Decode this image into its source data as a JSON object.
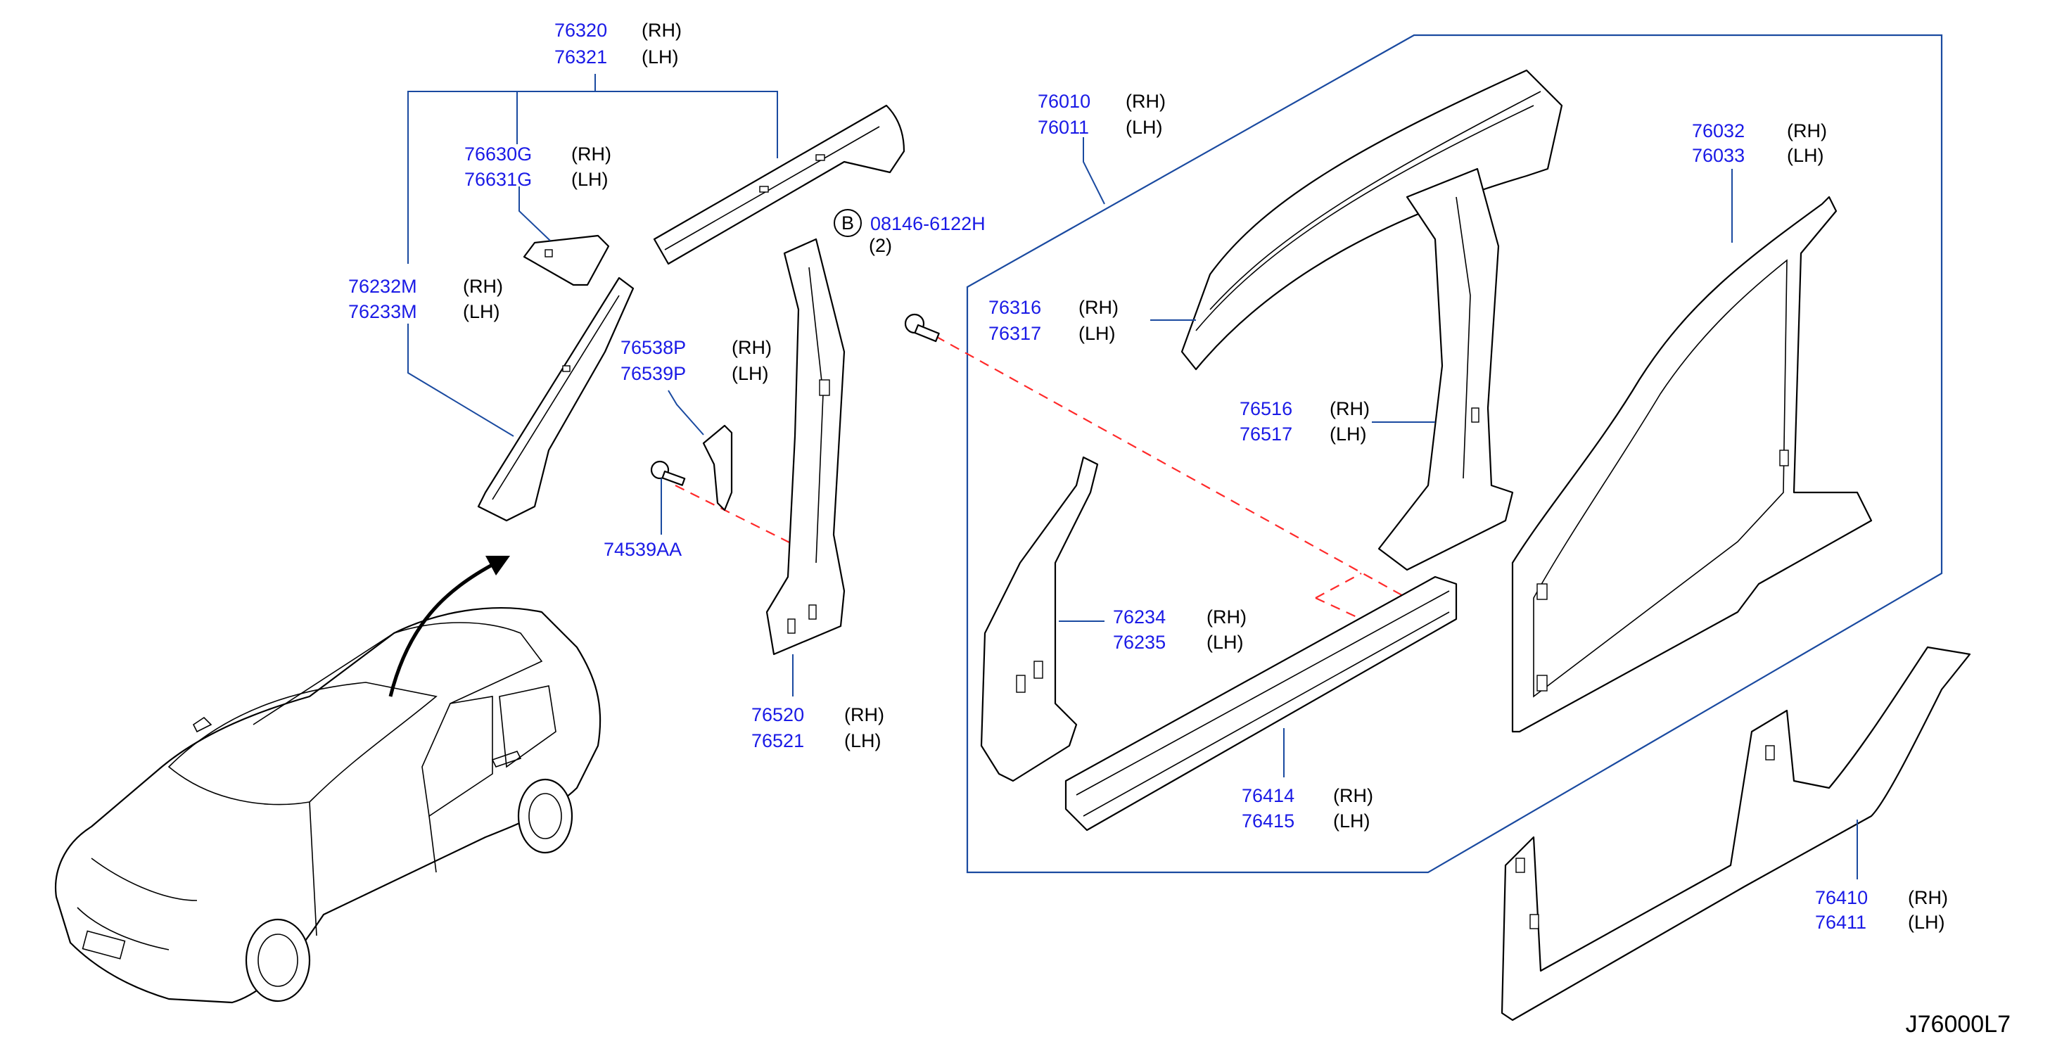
{
  "diagram": {
    "code": "J76000L7",
    "callouts": [
      {
        "id": "c76320",
        "numbers": [
          "76320",
          "76321"
        ],
        "sides": [
          "(RH)",
          "(LH)"
        ]
      },
      {
        "id": "c76630",
        "numbers": [
          "76630G",
          "76631G"
        ],
        "sides": [
          "(RH)",
          "(LH)"
        ]
      },
      {
        "id": "c76232",
        "numbers": [
          "76232M",
          "76233M"
        ],
        "sides": [
          "(RH)",
          "(LH)"
        ]
      },
      {
        "id": "c76538",
        "numbers": [
          "76538P",
          "76539P"
        ],
        "sides": [
          "(RH)",
          "(LH)"
        ]
      },
      {
        "id": "c74539",
        "numbers": [
          "74539AA"
        ],
        "sides": []
      },
      {
        "id": "c08146",
        "numbers": [
          "08146-6122H"
        ],
        "sides": [],
        "badge": "B",
        "qty": "(2)"
      },
      {
        "id": "c76520",
        "numbers": [
          "76520",
          "76521"
        ],
        "sides": [
          "(RH)",
          "(LH)"
        ]
      },
      {
        "id": "c76010",
        "numbers": [
          "76010",
          "76011"
        ],
        "sides": [
          "(RH)",
          "(LH)"
        ]
      },
      {
        "id": "c76316",
        "numbers": [
          "76316",
          "76317"
        ],
        "sides": [
          "(RH)",
          "(LH)"
        ]
      },
      {
        "id": "c76516",
        "numbers": [
          "76516",
          "76517"
        ],
        "sides": [
          "(RH)",
          "(LH)"
        ]
      },
      {
        "id": "c76234",
        "numbers": [
          "76234",
          "76235"
        ],
        "sides": [
          "(RH)",
          "(LH)"
        ]
      },
      {
        "id": "c76414",
        "numbers": [
          "76414",
          "76415"
        ],
        "sides": [
          "(RH)",
          "(LH)"
        ]
      },
      {
        "id": "c76032",
        "numbers": [
          "76032",
          "76033"
        ],
        "sides": [
          "(RH)",
          "(LH)"
        ]
      },
      {
        "id": "c76410",
        "numbers": [
          "76410",
          "76411"
        ],
        "sides": [
          "(RH)",
          "(LH)"
        ]
      }
    ]
  }
}
